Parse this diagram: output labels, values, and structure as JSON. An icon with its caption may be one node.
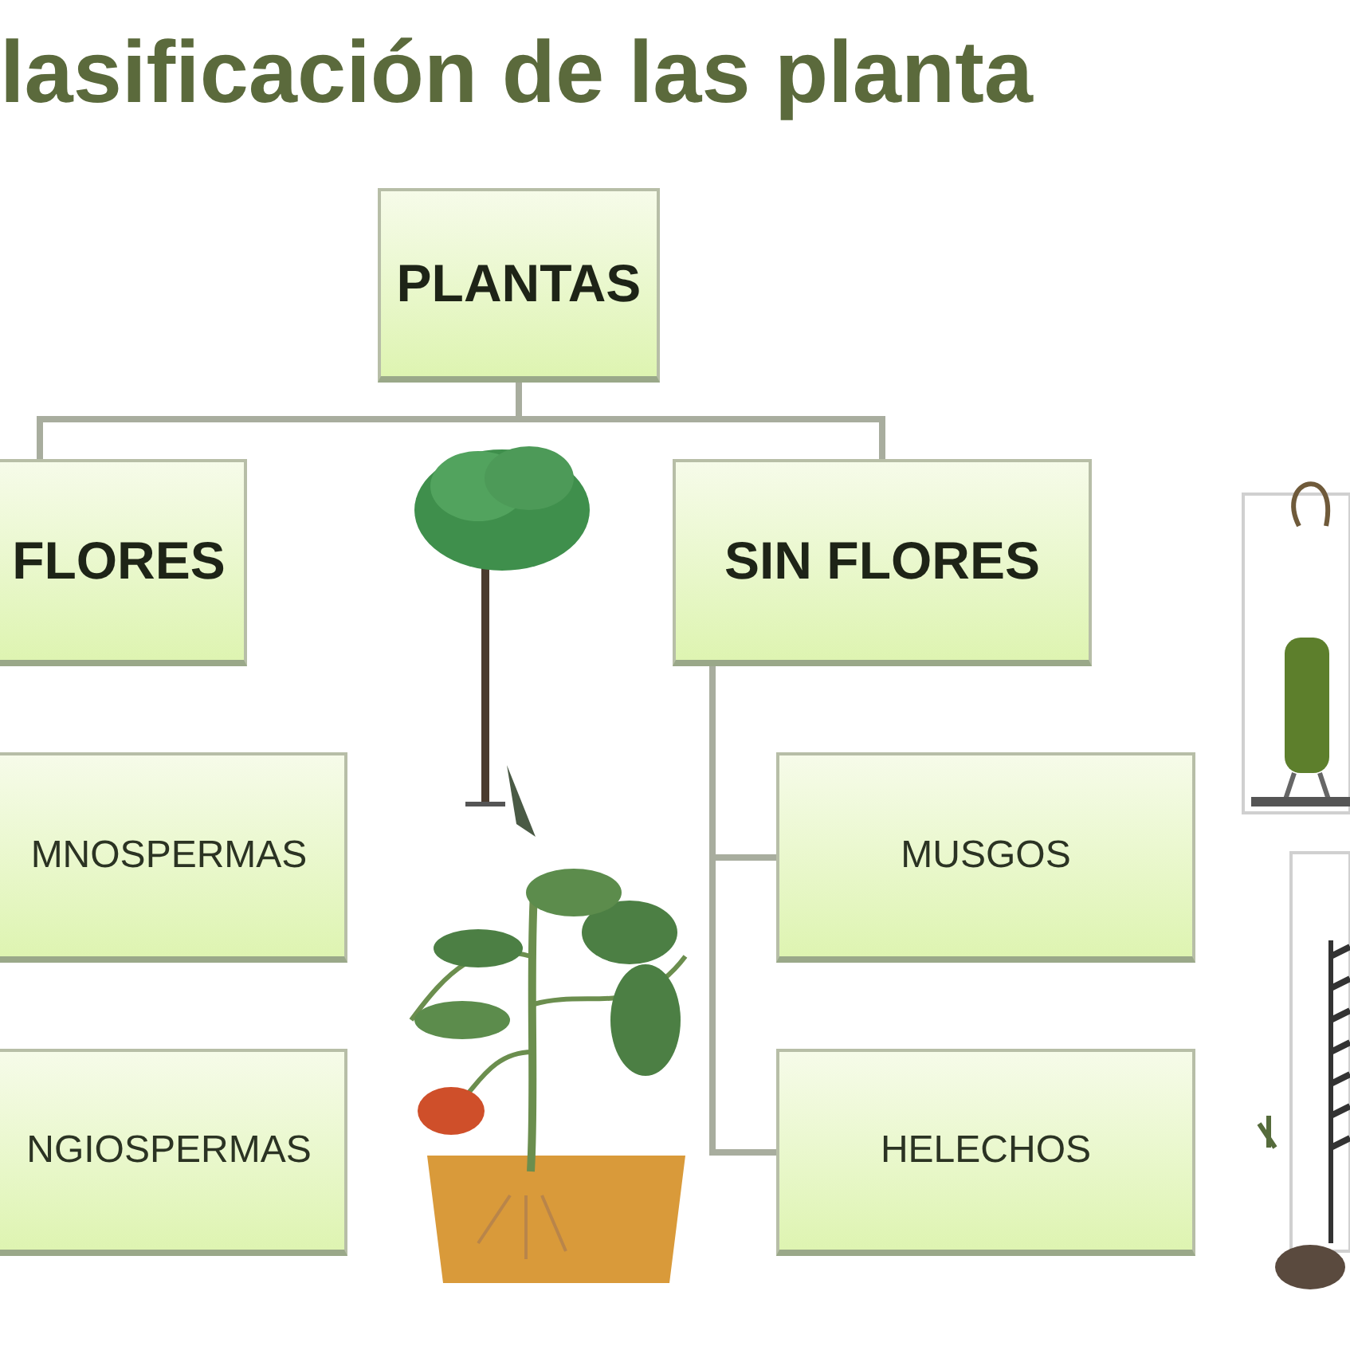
{
  "diagram": {
    "title": "lasificación de las planta",
    "nodes": [
      {
        "text": [
          "PLANTAS"
        ]
      },
      {
        "text": [
          "FLORES"
        ]
      },
      {
        "text": [
          "SIN FLORES"
        ]
      },
      {
        "text": [
          "MNOSPERMAS"
        ]
      },
      {
        "text": [
          "MUSGOS"
        ]
      },
      {
        "text": [
          "NGIOSPERMAS"
        ]
      },
      {
        "text": [
          "HELECHOS"
        ]
      }
    ],
    "edges": [
      {
        "from": 0,
        "to": 1,
        "arrow": "none"
      },
      {
        "from": 0,
        "to": 2,
        "arrow": "none"
      },
      {
        "from": 2,
        "to": 4,
        "arrow": "none"
      },
      {
        "from": 2,
        "to": 6,
        "arrow": "none"
      }
    ]
  }
}
